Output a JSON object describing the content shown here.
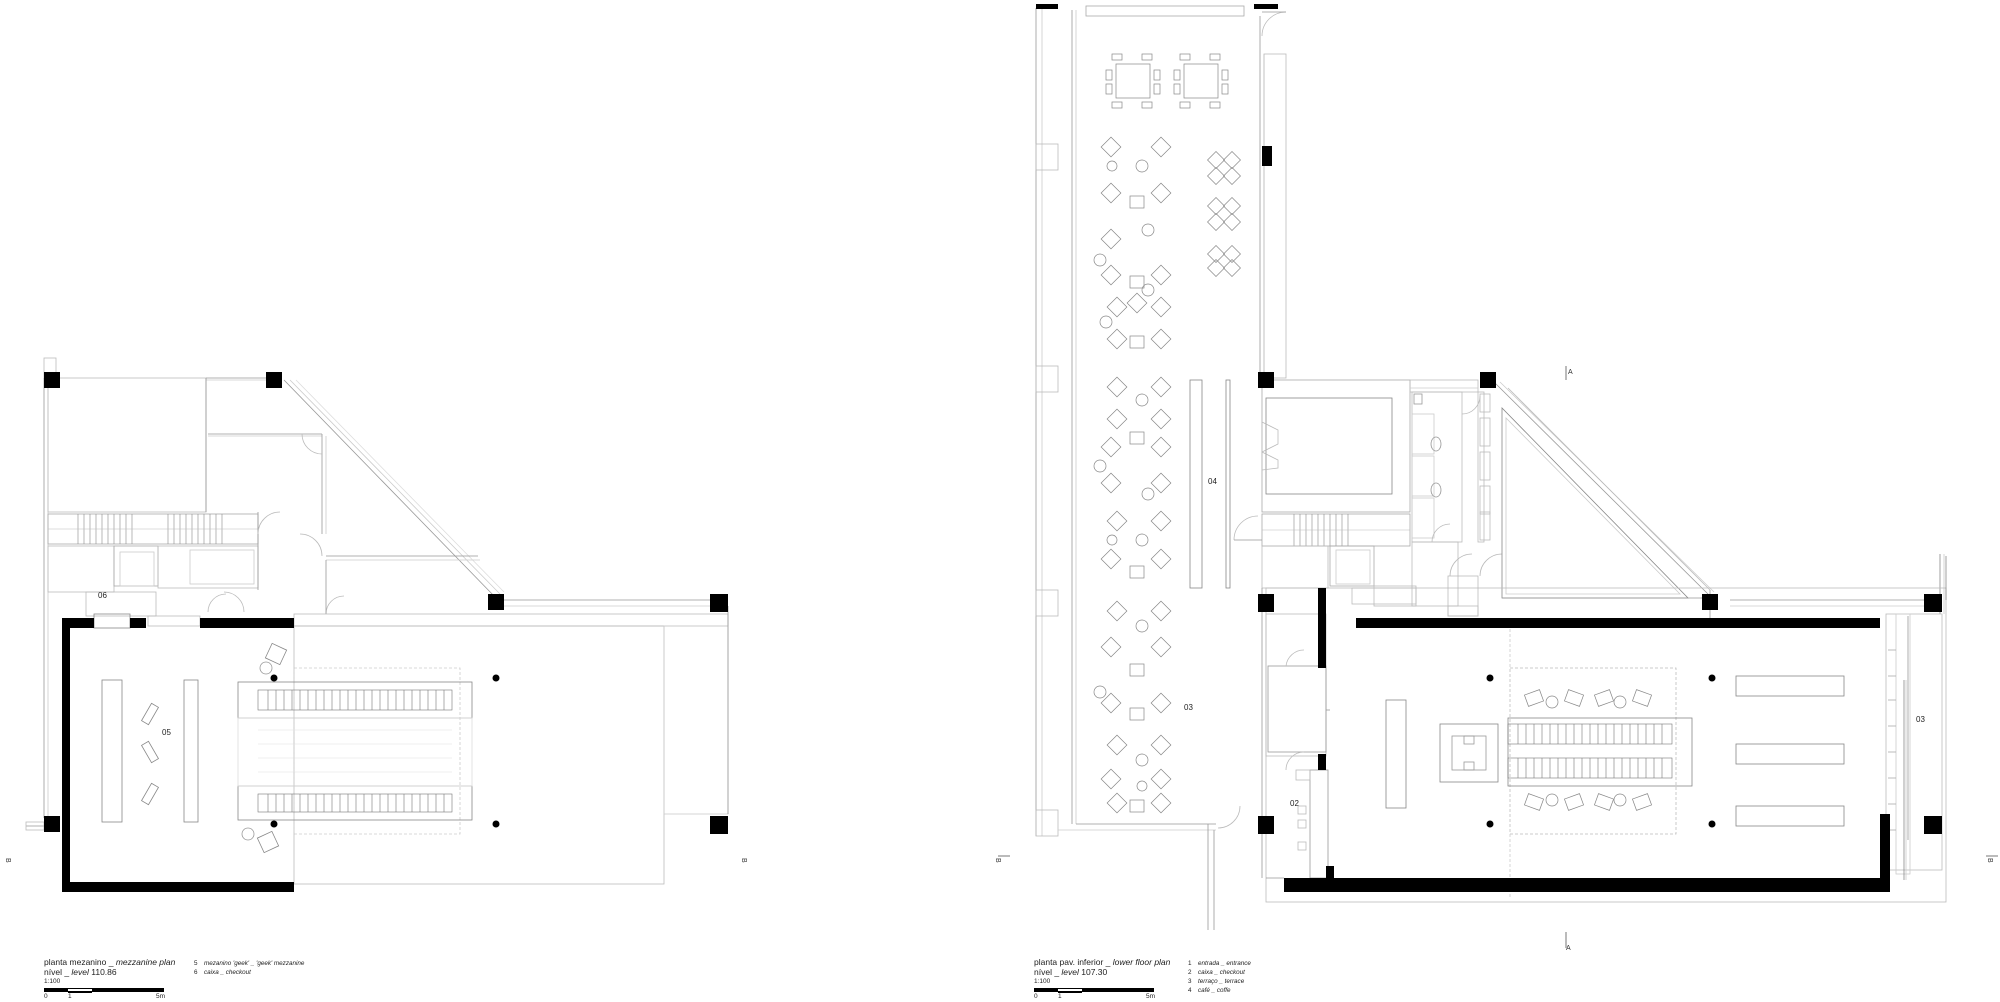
{
  "mezzanine": {
    "title_main": "planta mezanino _ ",
    "title_italic": "mezzanine plan",
    "level_main": "nível _ ",
    "level_italic": "level",
    "level_value": " 110.86",
    "scale": "1:100",
    "scale_ticks": [
      "0",
      "1",
      "5m"
    ],
    "legend": [
      {
        "num": "5",
        "text": "mezanino 'geek' _ 'geek' mezzanine"
      },
      {
        "num": "6",
        "text": "caixa _ checkout"
      }
    ],
    "room_labels": [
      "06",
      "05"
    ],
    "section_marks": [
      "B",
      "B"
    ]
  },
  "lower": {
    "title_main": "planta pav. inferior _ ",
    "title_italic": "lower floor plan",
    "level_main": "nível _ ",
    "level_italic": "level",
    "level_value": " 107.30",
    "scale": "1:100",
    "scale_ticks": [
      "0",
      "1",
      "5m"
    ],
    "legend": [
      {
        "num": "1",
        "text": "entrada _ entrance"
      },
      {
        "num": "2",
        "text": "caixa _ checkout"
      },
      {
        "num": "3",
        "text": "terraço _ terrace"
      },
      {
        "num": "4",
        "text": "café _ coffe"
      }
    ],
    "room_labels": [
      "04",
      "03",
      "02",
      "03"
    ],
    "section_marks": [
      "A",
      "A",
      "B",
      "B"
    ]
  }
}
